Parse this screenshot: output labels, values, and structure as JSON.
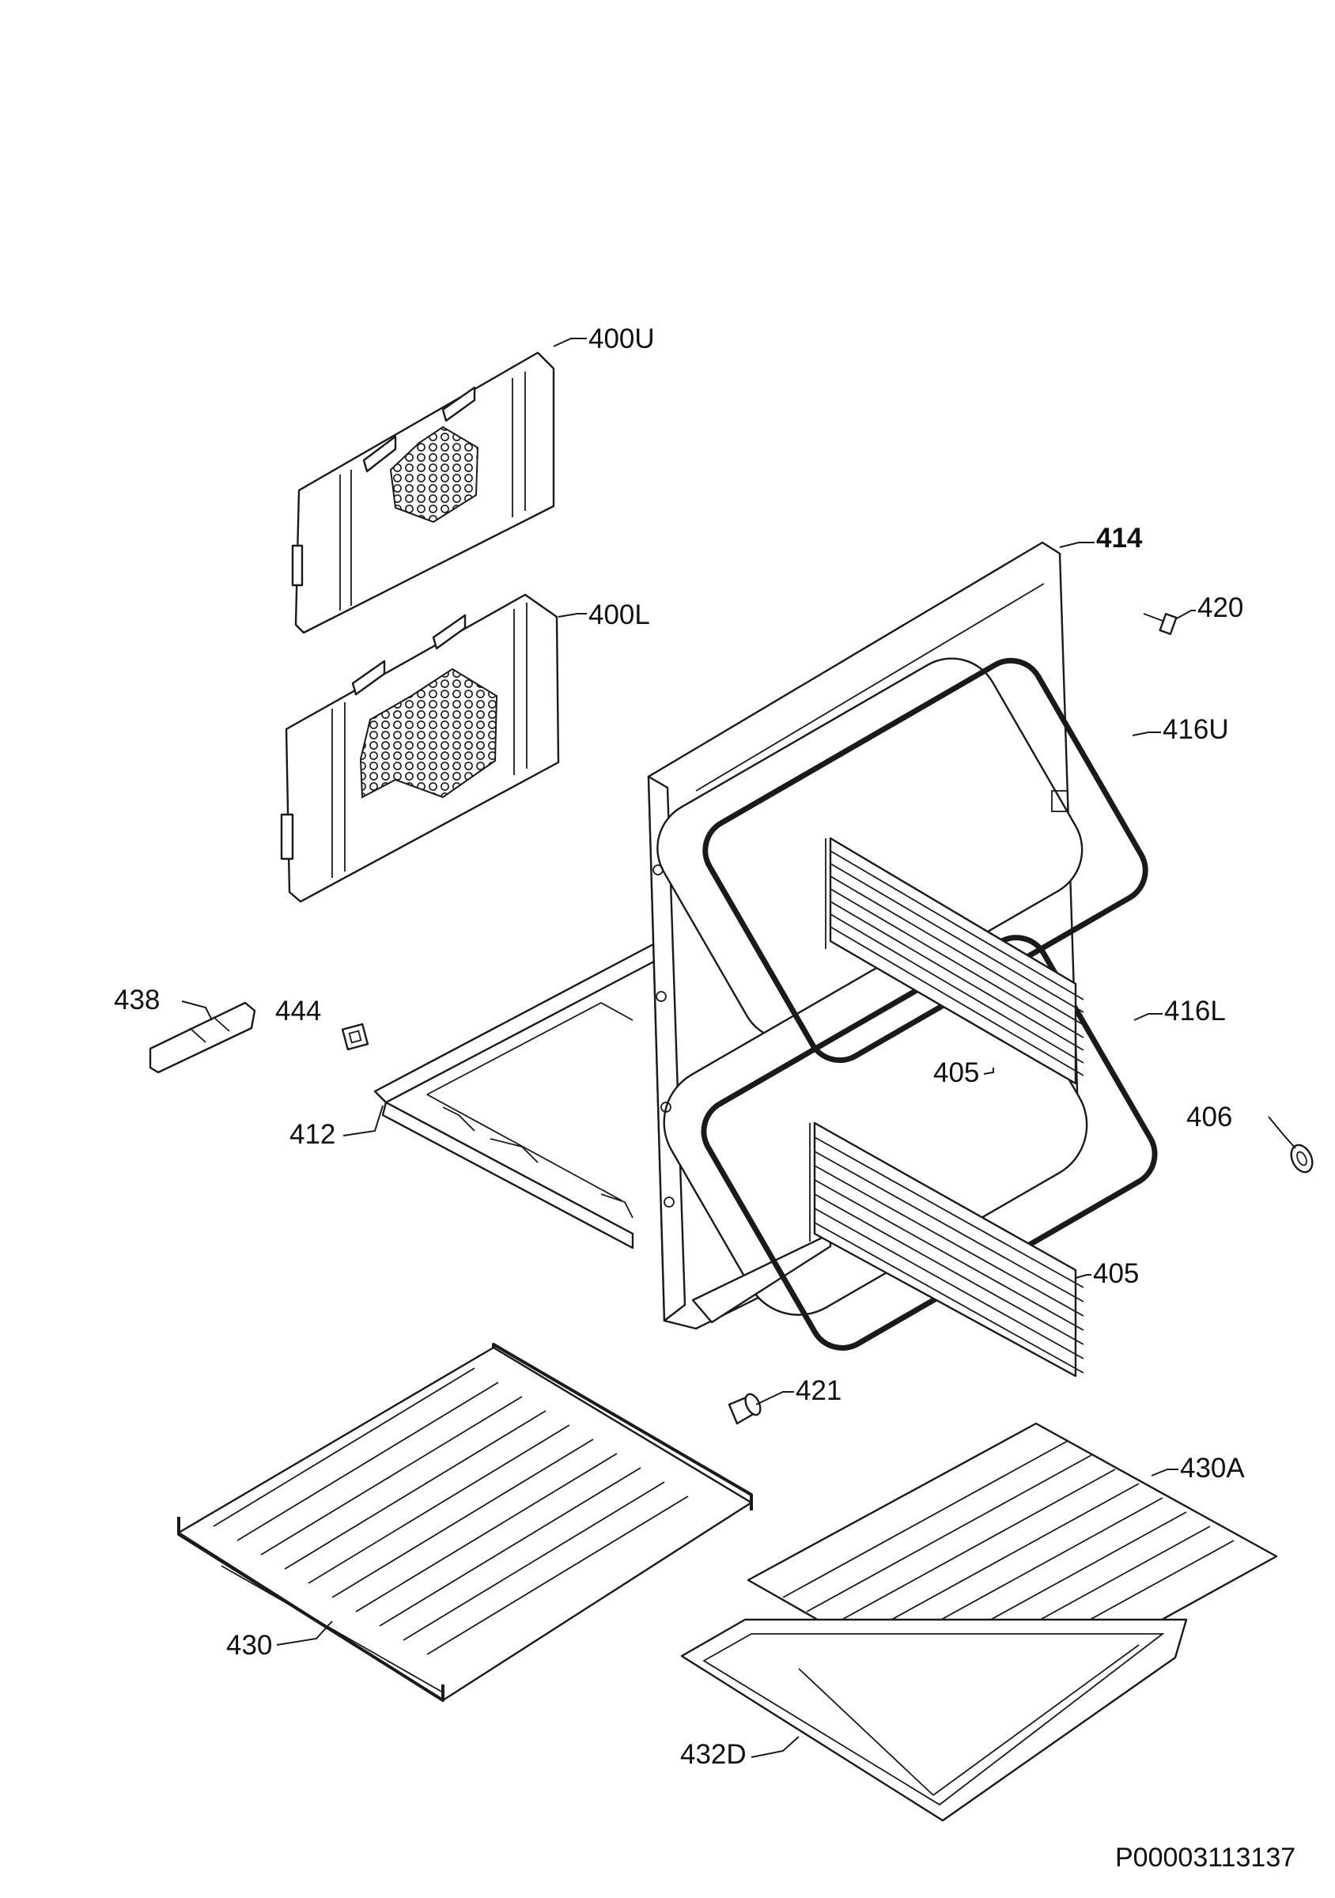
{
  "callouts": {
    "c400U": "400U",
    "c400L": "400L",
    "c414": "414",
    "c420": "420",
    "c416U": "416U",
    "c416L": "416L",
    "c438": "438",
    "c444": "444",
    "c412": "412",
    "c405a": "405",
    "c405b": "405",
    "c406": "406",
    "c421": "421",
    "c430A": "430A",
    "c430": "430",
    "c432D": "432D"
  },
  "footer": {
    "reference": "P00003113137"
  }
}
